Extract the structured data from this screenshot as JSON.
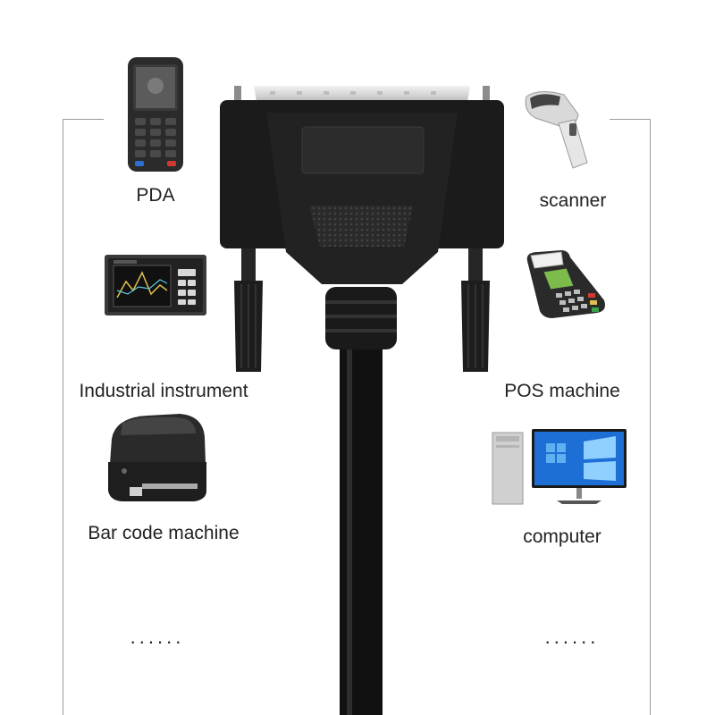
{
  "devices": [
    {
      "name": "PDA",
      "icon": "pda-icon"
    },
    {
      "name": "scanner",
      "icon": "barcode-scanner-icon"
    },
    {
      "name": "Industrial instrument",
      "icon": "industrial-instrument-icon"
    },
    {
      "name": "POS machine",
      "icon": "pos-terminal-icon"
    },
    {
      "name": "Bar code machine",
      "icon": "label-printer-icon"
    },
    {
      "name": "computer",
      "icon": "desktop-computer-icon"
    }
  ],
  "more_left": "......",
  "more_right": "......",
  "cable": {
    "connector": "db25-connector-icon",
    "color": "#1a1a1a"
  },
  "colors": {
    "background": "#ffffff",
    "frame": "#9a9a9a",
    "text": "#222222"
  }
}
